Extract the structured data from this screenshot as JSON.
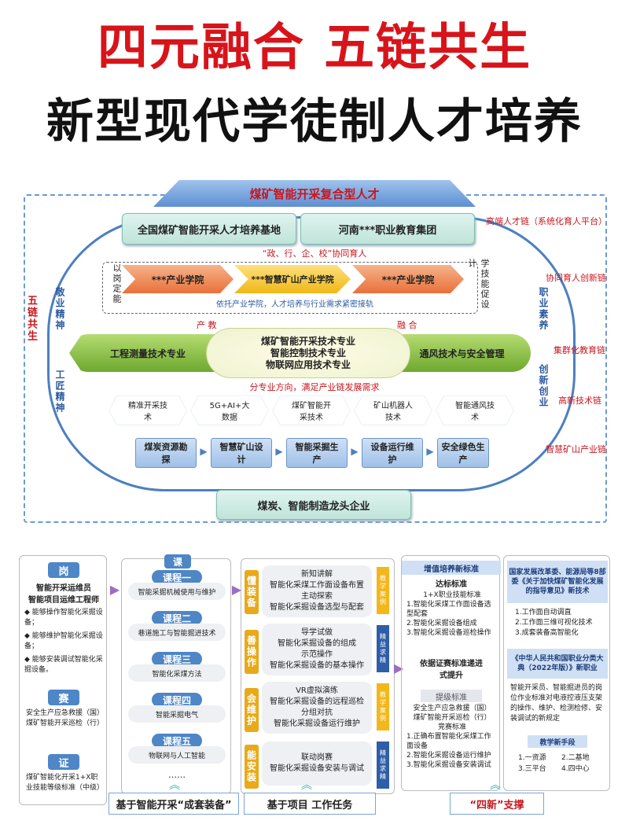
{
  "title_line1": "四元融合 五链共生",
  "title_line2": "新型现代学徒制人才培养",
  "top": {
    "banner": "煤矿智能开采复合型人才",
    "base_left": "全国煤矿智能开采人才培养基地",
    "base_right": "河南***职业教育集团",
    "collab": "“政、行、企、校”协同育人",
    "left_vertical": "以岗定能",
    "right_vertical": "学技能促设计",
    "colleges": [
      "***产业学院",
      "***智慧矿山产业学院",
      "***产业学院"
    ],
    "college_note": "依托产业学院，人才培养与行业需求紧密接轨",
    "chanjiao_left": "产  教",
    "chanjiao_right": "融  合",
    "major_left": "工程测量技术专业",
    "major_right": "通风技术与安全管理",
    "major_center": [
      "煤矿智能开采技术专业",
      "智能控制技术专业",
      "物联网应用技术专业"
    ],
    "major_note": "分专业方向，满足产业链发展需求",
    "skills": [
      "精准开采技术",
      "5G+AI+大数据",
      "煤矿智能开采技术",
      "矿山机器人技术",
      "智能通风技术"
    ],
    "chain": [
      "煤炭资源勘探",
      "智慧矿山设计",
      "智能采掘生产",
      "设备运行维护",
      "安全绿色生产"
    ],
    "bottom_box": "煤炭、智能制造龙头企业",
    "wulian": "五链共生",
    "left_spirit": "敬业精神",
    "left_spirit2": "工匠精神",
    "right_spirit": "职业素养",
    "right_spirit2": "创新创业",
    "chains_right": [
      "高端人才链（系统化育人平台）",
      "协同育人创新链",
      "集群化教育链",
      "高新技术链",
      "智慧矿山产业链"
    ]
  },
  "bottom": {
    "gang": {
      "head": "岗",
      "items": [
        "智能开采运维员",
        "智能项目运维工程师"
      ],
      "bullets": [
        "能够操作智能化采掘设备；",
        "能够维护智能化采掘设备；",
        "能够安装调试智能化采掘设备。"
      ],
      "sai_head": "赛",
      "sai_items": [
        "安全生产应急救援（国）",
        "煤矿智能开采巡检（行）"
      ],
      "zheng_head": "证",
      "zheng_items": [
        "煤矿智能化开采1+X职业技能等级标准（中级）"
      ]
    },
    "ke": {
      "head": "课",
      "courses": [
        {
          "head": "课程一",
          "name": "智能采掘机械使用与维护"
        },
        {
          "head": "课程二",
          "name": "巷道施工与智能掘进技术"
        },
        {
          "head": "课程三",
          "name": "智能化采煤方法"
        },
        {
          "head": "课程四",
          "name": "智能采掘电气"
        },
        {
          "head": "课程五",
          "name": "物联网与人工智能"
        }
      ],
      "ellipsis": "……",
      "footer": "基于智能开采“成套装备”"
    },
    "steps": [
      {
        "head": "懂装备",
        "lines": [
          "新知讲解",
          "智能化采煤工作面设备布置",
          "主动探索",
          "智能化采掘设备选型与配套"
        ]
      },
      {
        "head": "善操作",
        "lines": [
          "导学试做",
          "智能化采掘设备的组成",
          "示范操作",
          "智能化采掘设备的基本操作"
        ]
      },
      {
        "head": "会维护",
        "lines": [
          "VR虚拟演练",
          "智能化采掘设备的远程巡检",
          "分组对抗",
          "智能化采掘设备运行维护"
        ]
      },
      {
        "head": "能安装",
        "lines": [
          "联动岗赛",
          "智能化采掘设备安装与调试"
        ]
      }
    ],
    "tags": [
      "教学案例",
      "精益求精",
      "教学案例",
      "精益求精"
    ],
    "task_footer": "基于项目 工作任务",
    "standard": {
      "head": "增值培养新标准",
      "reach": "达标标准",
      "reach_items": [
        "1+X职业技能标准",
        "1.智能化采煤工作面设备选型配套",
        "2.智能化采掘设备组成",
        "3.智能化采掘设备巡检操作"
      ],
      "mid": "依据证赛标准递进式提升",
      "raise": "提级标准",
      "raise_items": [
        "安全生产应急救援（国）",
        "煤矿智能开采巡检（行）",
        "竞赛标准",
        "1.正确布置智能化采煤工作面设备",
        "2.智能化采掘设备运行维护",
        "3.智能化采掘设备安装调试"
      ]
    },
    "policy": {
      "p1": "国家发展改革委、能源局等8部委《关于加快煤矿智能化发展的指导意见》新技术",
      "p1_items": [
        "1.工作面自动调直",
        "2.工作面三维可视化技术",
        "3.成套装备高智能化"
      ],
      "p2": "《中华人民共和国职业分类大典（2022年版）》新职业",
      "p2_text": "智能开采员、智能掘进员的岗位作业标准对电液控液压支架的操作、维护、检测检修、安装调试的新规定",
      "p3": "教学新手段",
      "p3_items": [
        "1.一资源",
        "2.二基地",
        "3.三平台",
        "4.四中心"
      ],
      "footer": "“四新”支撑"
    }
  },
  "colors": {
    "red": "#d8141b",
    "blue": "#2c5aa0",
    "teal": "#bfe4da",
    "orange": "#e8a91a",
    "green": "#8ac43f"
  }
}
